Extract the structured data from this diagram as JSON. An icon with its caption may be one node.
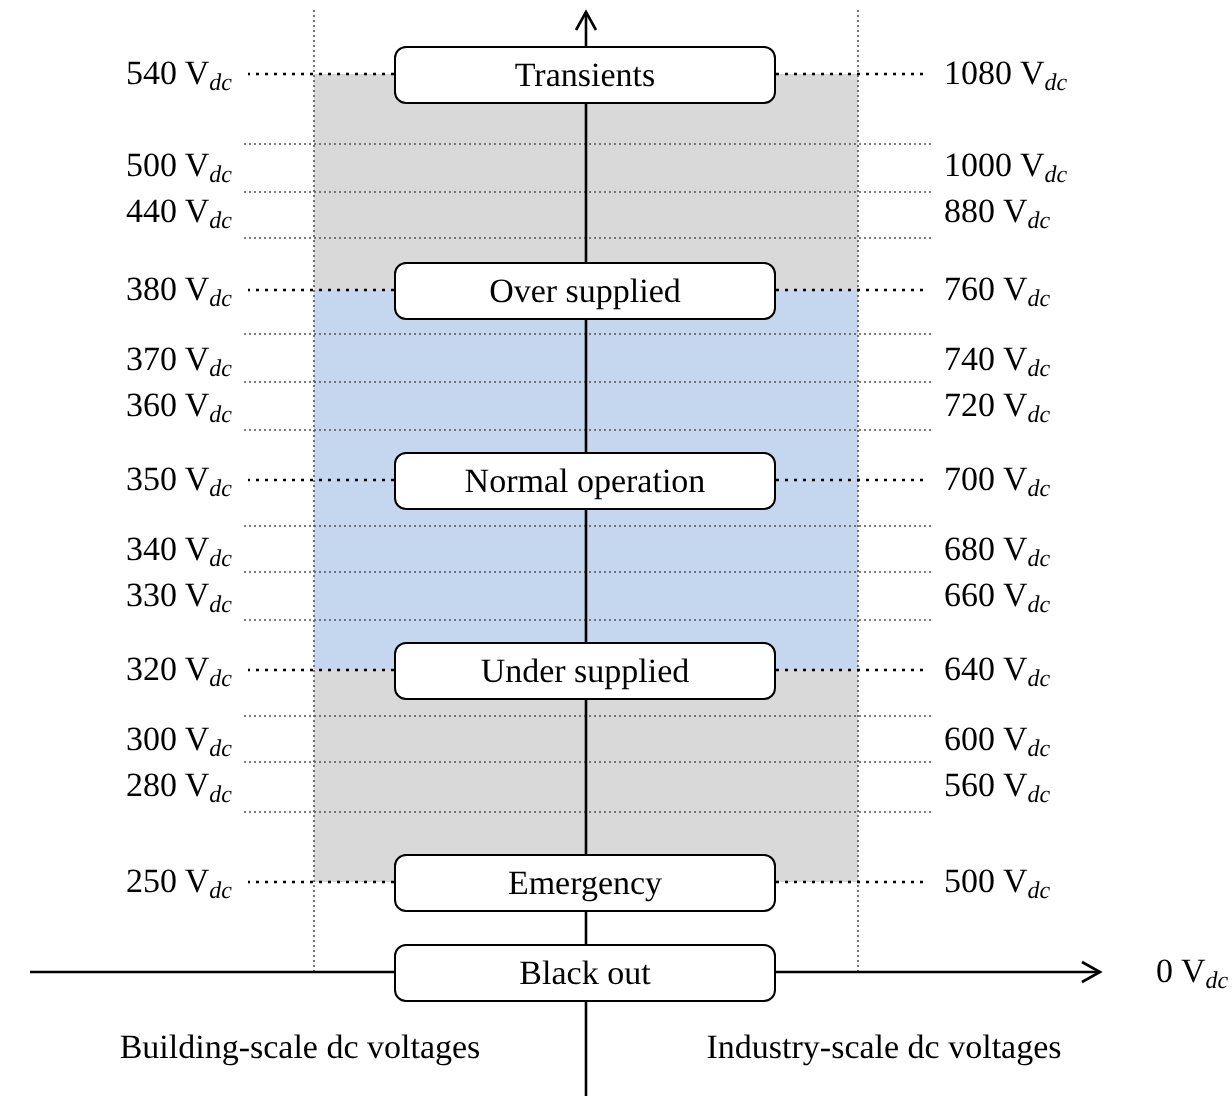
{
  "diagram": {
    "nodes": [
      {
        "text": [
          "540 V$_{dc}$"
        ]
      },
      {
        "text": [
          "Transients"
        ]
      },
      {
        "text": [
          "1080 V$_{dc}$"
        ]
      },
      {
        "text": [
          "380 V$_{dc}$"
        ]
      },
      {
        "text": [
          "Over supplied"
        ]
      },
      {
        "text": [
          "760 V$_{dc}$"
        ]
      },
      {
        "text": [
          "350 V$_{dc}$"
        ]
      },
      {
        "text": [
          "Normal operation"
        ]
      },
      {
        "text": [
          "700 V$_{dc}$"
        ]
      },
      {
        "text": [
          "320 V$_{dc}$"
        ]
      },
      {
        "text": [
          "Under supplied"
        ]
      },
      {
        "text": [
          "640 V$_{dc}$"
        ]
      },
      {
        "text": [
          "250 V$_{dc}$"
        ]
      },
      {
        "text": [
          "Emergency"
        ]
      },
      {
        "text": [
          "500 V$_{dc}$"
        ]
      },
      {
        "text": [
          "Black out"
        ]
      }
    ],
    "edges": [
      {
        "from": 1,
        "to": 0,
        "arrow": "none",
        "style": "dashed"
      },
      {
        "from": 1,
        "to": 2,
        "arrow": "none",
        "style": "dashed"
      },
      {
        "from": 4,
        "to": 3,
        "arrow": "none",
        "style": "dashed"
      },
      {
        "from": 4,
        "to": 5,
        "arrow": "none",
        "style": "dashed"
      },
      {
        "from": 7,
        "to": 6,
        "arrow": "none",
        "style": "dashed"
      },
      {
        "from": 7,
        "to": 8,
        "arrow": "none",
        "style": "dashed"
      },
      {
        "from": 10,
        "to": 9,
        "arrow": "none",
        "style": "dashed"
      },
      {
        "from": 10,
        "to": 11,
        "arrow": "none",
        "style": "dashed"
      },
      {
        "from": 13,
        "to": 12,
        "arrow": "none",
        "style": "dashed"
      },
      {
        "from": 13,
        "to": 14,
        "arrow": "none",
        "style": "dashed"
      }
    ],
    "labels": [
      "500 V$_{dc}$",
      "1000 V$_{dc}$",
      "440 V$_{dc}$",
      "880 V$_{dc}$",
      "370 V$_{dc}$",
      "740 V$_{dc}$",
      "360 V$_{dc}$",
      "720 V$_{dc}$",
      "340 V$_{dc}$",
      "680 V$_{dc}$",
      "330 V$_{dc}$",
      "660 V$_{dc}$",
      "300 V$_{dc}$",
      "600 V$_{dc}$",
      "280 V$_{dc}$",
      "560 V$_{dc}$",
      "0 V$_{dc}$",
      "Building-scale dc voltages",
      "Industry-scale dc voltages"
    ]
  }
}
